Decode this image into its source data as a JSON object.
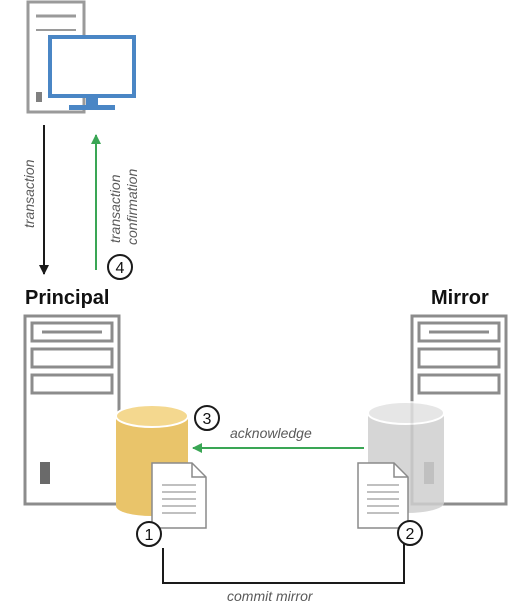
{
  "nodes": {
    "principal": {
      "label": "Principal"
    },
    "mirror": {
      "label": "Mirror"
    }
  },
  "edges": {
    "transaction": {
      "label": "transaction"
    },
    "confirmation": {
      "line1": "transaction",
      "line2": "confirmation"
    },
    "acknowledge": {
      "label": "acknowledge"
    },
    "commit": {
      "label": "commit mirror"
    }
  },
  "steps": [
    "1",
    "2",
    "3",
    "4"
  ],
  "colors": {
    "server_outline": "#8c8c8c",
    "monitor": "#4a86c5",
    "principal_db": "#e9c46a",
    "mirror_db": "#cfcfcf",
    "accent_green": "#3aa655",
    "arrow_black": "#1a1a1a"
  },
  "icons": [
    "client-computer-icon",
    "monitor-icon",
    "server-icon",
    "database-icon",
    "document-icon"
  ]
}
